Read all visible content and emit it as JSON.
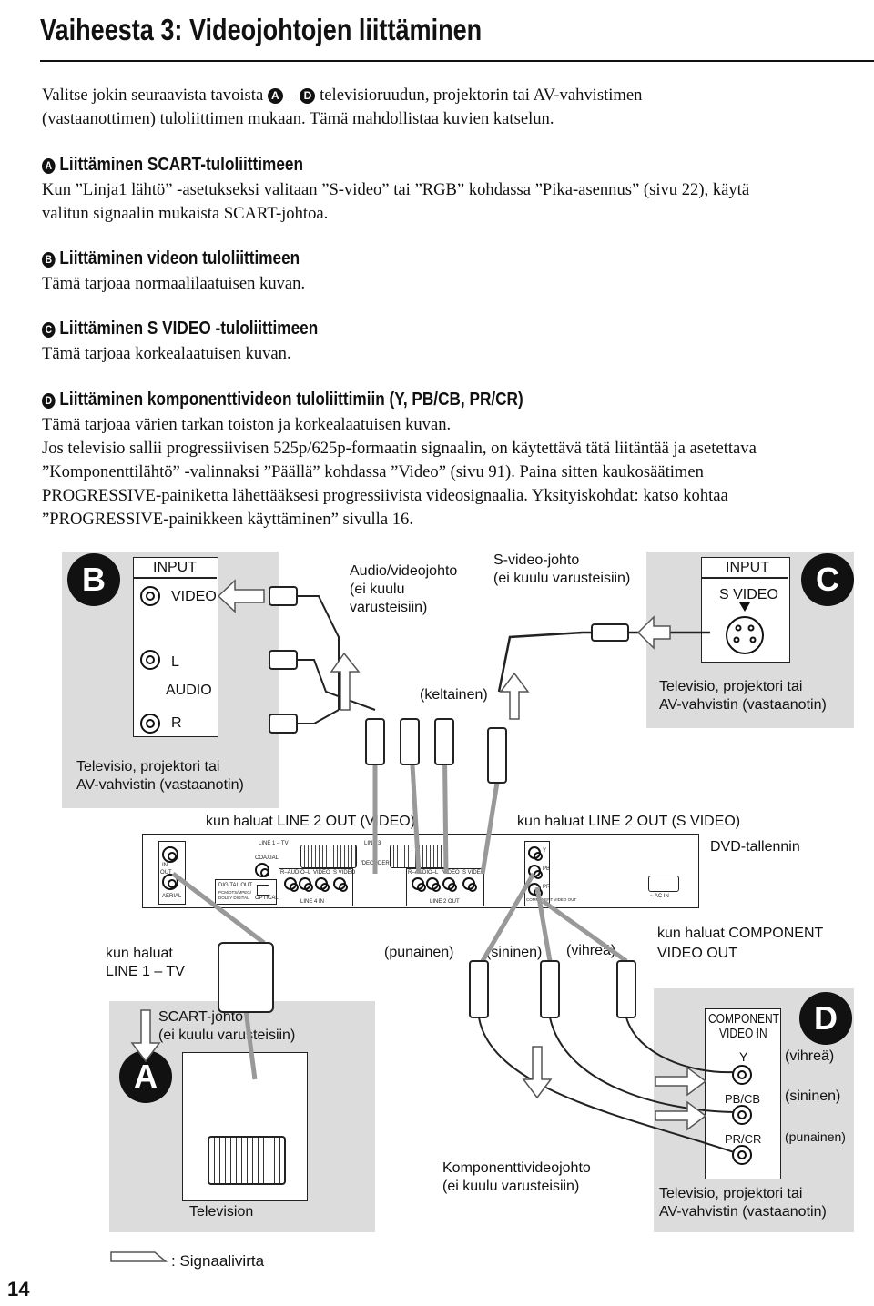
{
  "page": {
    "title": "Vaiheesta 3: Videojohtojen liittäminen",
    "number": "14"
  },
  "intro": {
    "part1": "Valitse jokin seuraavista tavoista",
    "dash": "–",
    "part2": "televisioruudun, projektorin tai AV-vahvistimen",
    "line2": "(vastaanottimen) tuloliittimen mukaan. Tämä mahdollistaa kuvien katselun."
  },
  "sections": [
    {
      "letter": "A",
      "heading": "Liittäminen SCART-tuloliittimeen",
      "body": [
        "Kun ”Linja1 lähtö” -asetukseksi valitaan ”S-video” tai ”RGB” kohdassa ”Pika-asennus” (sivu 22), käytä",
        "valitun signaalin mukaista SCART-johtoa."
      ]
    },
    {
      "letter": "B",
      "heading": "Liittäminen videon tuloliittimeen",
      "body": [
        "Tämä tarjoaa normaalilaatuisen kuvan."
      ]
    },
    {
      "letter": "C",
      "heading": "Liittäminen S VIDEO -tuloliittimeen",
      "body": [
        "Tämä tarjoaa korkealaatuisen kuvan."
      ]
    },
    {
      "letter": "D",
      "heading": "Liittäminen komponenttivideon tuloliittimiin (Y, PB/CB, PR/CR)",
      "body": [
        "Tämä tarjoaa värien tarkan toiston ja korkealaatuisen kuvan.",
        "Jos televisio sallii progressiivisen 525p/625p-formaatin signaalin, on käytettävä tätä liitäntää ja asetettava",
        "”Komponenttilähtö” -valinnaksi ”Päällä” kohdassa ”Video” (sivu 91). Paina sitten kaukosäätimen",
        "PROGRESSIVE-painiketta lähettääksesi progressiivista videosignaalia. Yksityiskohdat: katso kohtaa",
        "”PROGRESSIVE-painikkeen käyttäminen” sivulla 16."
      ]
    }
  ],
  "diagram": {
    "tvB": {
      "letter": "B",
      "input": "INPUT",
      "video": "VIDEO",
      "l": "L",
      "audio": "AUDIO",
      "r": "R",
      "caption": [
        "Televisio, projektori tai",
        "AV-vahvistin (vastaanotin)"
      ]
    },
    "tvC": {
      "letter": "C",
      "input": "INPUT",
      "svideo": "S VIDEO",
      "caption": [
        "Televisio, projektori tai",
        "AV-vahvistin (vastaanotin)"
      ]
    },
    "tvA": {
      "letter": "A",
      "caption": "Television"
    },
    "tvD": {
      "letter": "D",
      "component": "COMPONENT",
      "videoin": "VIDEO IN",
      "y": "Y",
      "pb": "PB/CB",
      "pr": "PR/CR",
      "colors": [
        "(vihreä)",
        "(sininen)",
        "(punainen)"
      ],
      "caption": [
        "Televisio, projektori tai",
        "AV-vahvistin (vastaanotin)"
      ]
    },
    "cables": {
      "av": [
        "Audio/videojohto",
        "(ei kuulu",
        "varusteisiin)"
      ],
      "svideo": [
        "S-video-johto",
        "(ei kuulu varusteisiin)"
      ],
      "scart": [
        "SCART-johto",
        "(ei kuulu varusteisiin)"
      ],
      "component": [
        "Komponenttivideojohto",
        "(ei kuulu varusteisiin)"
      ]
    },
    "yellow": "(keltainen)",
    "red": "(punainen)",
    "blue": "(sininen)",
    "green": "(vihreä)",
    "line2video": "kun haluat LINE 2 OUT (VIDEO)",
    "line2svideo": "kun haluat LINE 2 OUT (S VIDEO)",
    "recorder": "DVD-tallennin",
    "line1": [
      "kun haluat",
      "LINE 1 – TV"
    ],
    "componentOut": [
      "kun haluat COMPONENT",
      "VIDEO OUT"
    ],
    "legend": ": Signaalivirta",
    "panel": {
      "in": "IN",
      "out": "OUT",
      "aerial": "AERIAL",
      "coaxial": "COAXIAL",
      "digitalOut": "DIGITAL OUT",
      "pcm": "PCM/DTS/MPEG/",
      "dolby": "DOLBY DIGITAL",
      "optical": "OPTICAL",
      "line1tv": "LINE 1 – TV",
      "line3": "LINE 3",
      "decoder": "/DECODER",
      "raudio": "R–AUDIO–L",
      "video": "VIDEO",
      "svideo": "S VIDEO",
      "line4in": "LINE 4 IN",
      "line2out": "LINE 2 OUT",
      "y": "Y",
      "pb": "PB",
      "pr": "PR",
      "compvideo": "COMPONENT VIDEO OUT",
      "acin": "~ AC IN"
    }
  }
}
